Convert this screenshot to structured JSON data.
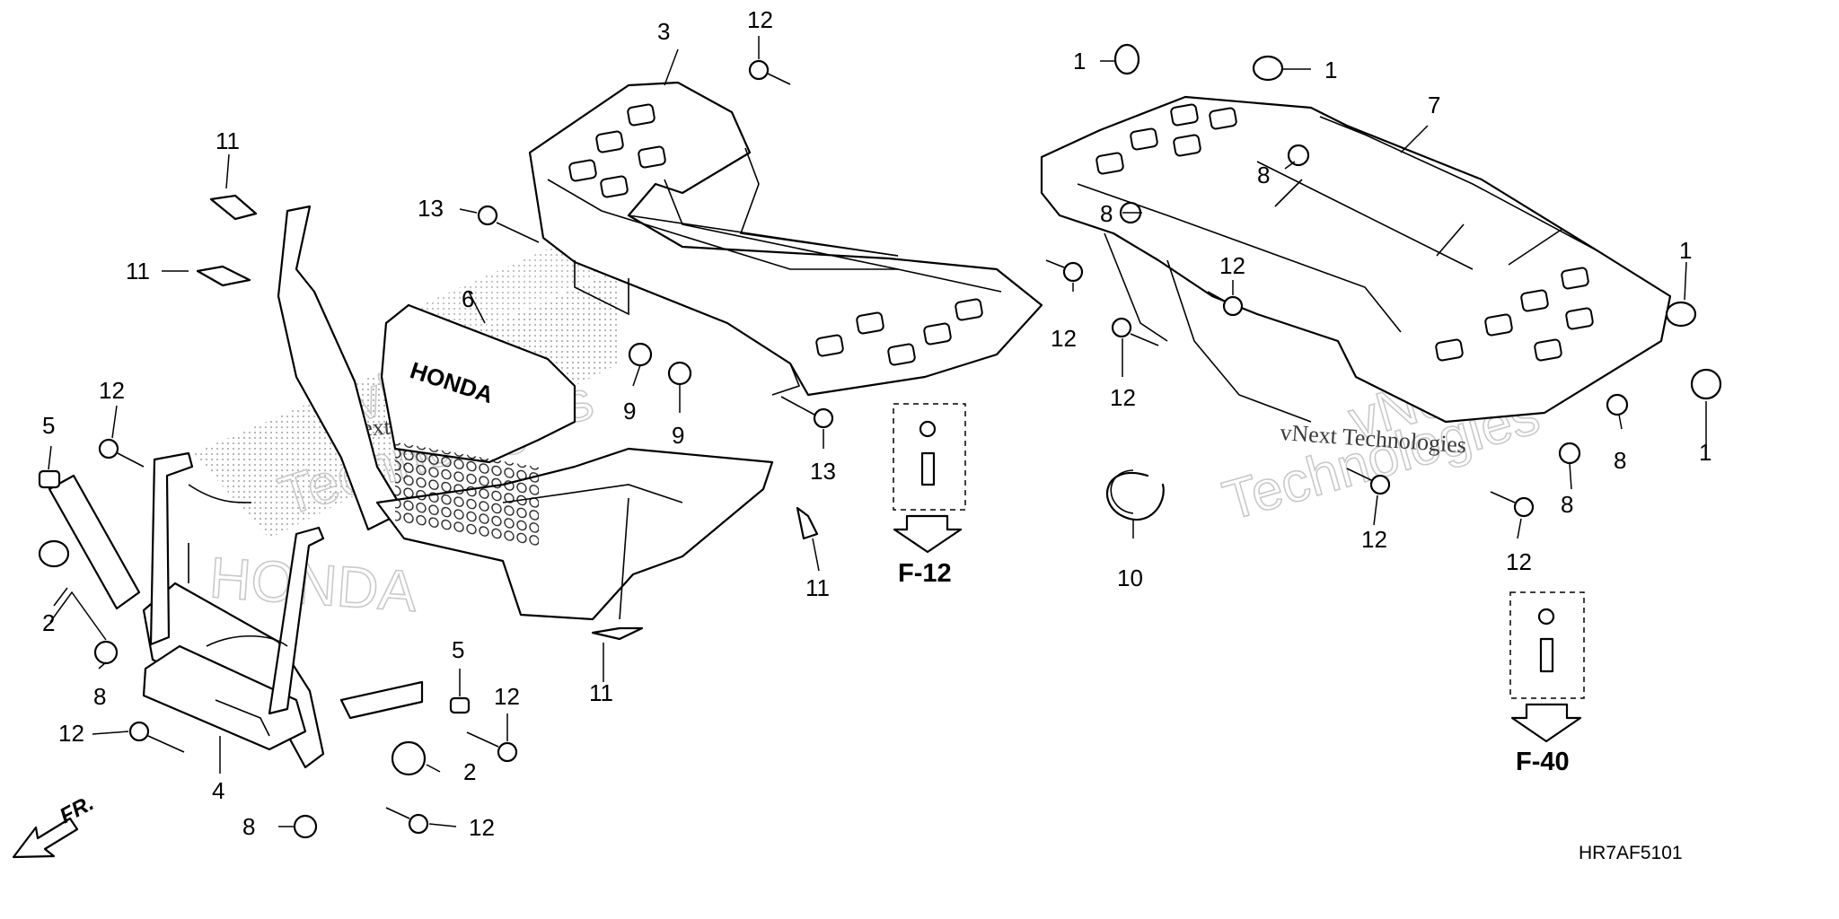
{
  "callouts": {
    "c1a": "1",
    "c1b": "1",
    "c1c": "1",
    "c1d": "1",
    "c2a": "2",
    "c2b": "2",
    "c3": "3",
    "c4": "4",
    "c5a": "5",
    "c5b": "5",
    "c6": "6",
    "c7": "7",
    "c8a": "8",
    "c8b": "8",
    "c8c": "8",
    "c8d": "8",
    "c8e": "8",
    "c8f": "8",
    "c9a": "9",
    "c9b": "9",
    "c10": "10",
    "c11a": "11",
    "c11b": "11",
    "c11c": "11",
    "c11d": "11",
    "c12a": "12",
    "c12b": "12",
    "c12c": "12",
    "c12d": "12",
    "c12e": "12",
    "c12f": "12",
    "c12g": "12",
    "c12h": "12",
    "c12i": "12",
    "c12j": "12",
    "c13a": "13",
    "c13b": "13"
  },
  "references": {
    "left": "F-12",
    "right": "F-40"
  },
  "direction": "FR.",
  "diagram_code": "HR7AF5101",
  "watermarks": {
    "brand_a": "vNext",
    "brand_b": "Technologies",
    "brand_full": "vNext Technologies",
    "honda": "HONDA",
    "grille_text": "HONDA"
  }
}
